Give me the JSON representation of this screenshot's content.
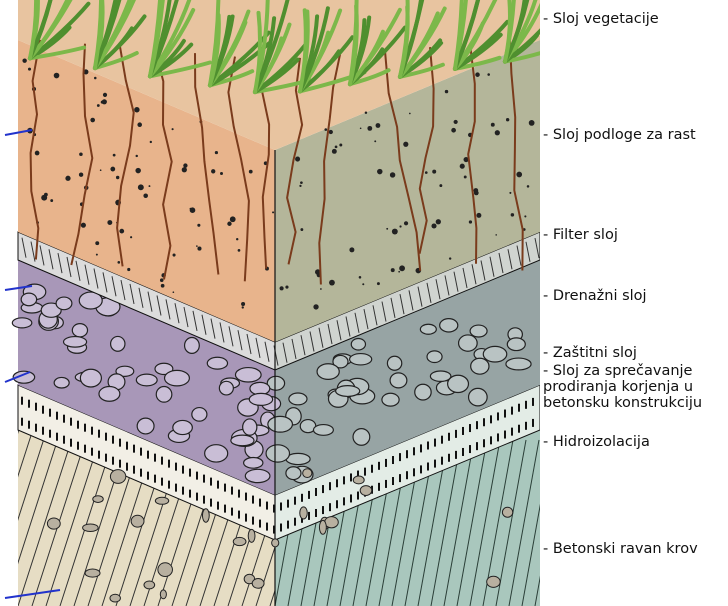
{
  "layers": [
    {
      "label": "- Sloj vegetacije"
    },
    {
      "label": "- Sloj podloge za rast"
    },
    {
      "label": "- Filter sloj"
    },
    {
      "label": "- Drenažni sloj"
    },
    {
      "label": "- Zaštitni sloj"
    },
    {
      "lines": [
        "- Sloj za sprečavanje",
        "prodiranja korjenja u",
        "betonsku konstrukciju"
      ]
    },
    {
      "label": "- Hidroizolacija"
    },
    {
      "label": "- Betonski ravan krov"
    }
  ],
  "colors": {
    "soil_left": "#e8b48c",
    "soil_right": "#b4b69a",
    "filter": "#d8d8d8",
    "drainage_left": "#a897b8",
    "drainage_right": "#97a4a4",
    "concrete_left": "#e6ddc4",
    "concrete_right": "#a9c7bd",
    "grass": "#5b9a3a",
    "root": "#7a3b1c",
    "ink": "#111111"
  }
}
